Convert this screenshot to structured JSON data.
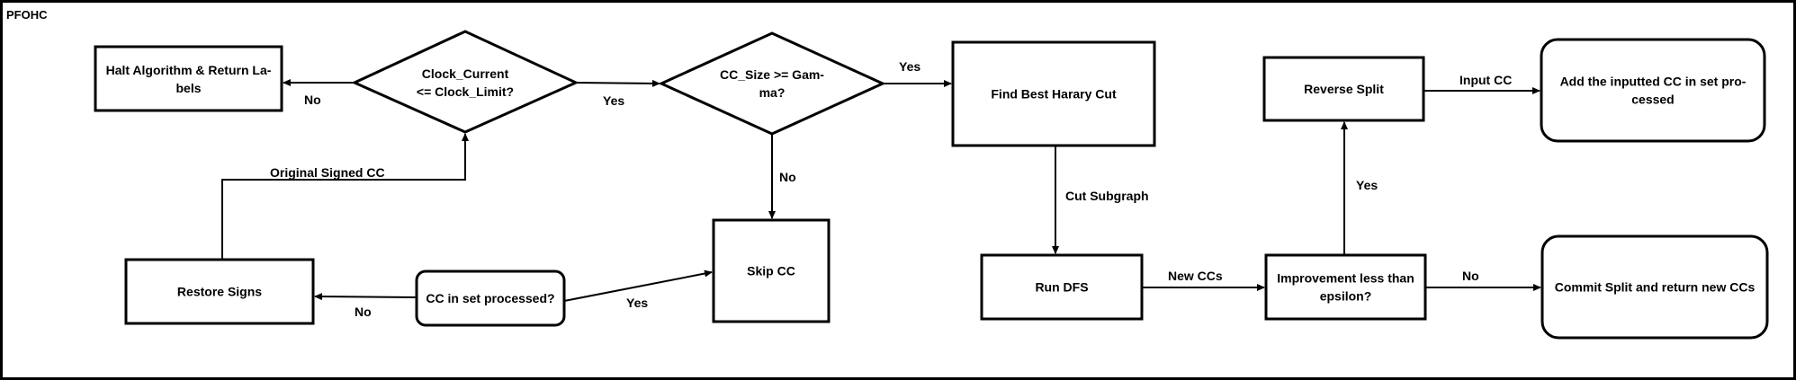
{
  "frame": {
    "title": "PFOHC"
  },
  "nodes": {
    "halt": [
      "Halt Algorithm & Return La-",
      "bels"
    ],
    "clock": [
      "Clock_Current",
      "<= Clock_Limit?"
    ],
    "ccsize": [
      "CC_Size >= Gam-",
      "ma?"
    ],
    "find": [
      "Find Best Harary Cut"
    ],
    "reverse": [
      "Reverse Split"
    ],
    "add": [
      "Add the inputted CC in set pro-",
      "cessed"
    ],
    "restore": [
      "Restore Signs"
    ],
    "ccin": [
      "CC in set processed?"
    ],
    "skip": [
      "Skip CC"
    ],
    "rundfs": [
      "Run DFS"
    ],
    "improve": [
      "Improvement less than",
      "epsilon?"
    ],
    "commit": [
      "Commit Split and return new CCs"
    ]
  },
  "edge_labels": {
    "clock_no": "No",
    "clock_yes": "Yes",
    "ccsize_yes": "Yes",
    "ccsize_no": "No",
    "original_signed": "Original Signed CC",
    "ccin_no": "No",
    "ccin_yes": "Yes",
    "cut_subgraph": "Cut Subgraph",
    "new_ccs": "New CCs",
    "improve_no": "No",
    "improve_yes": "Yes",
    "input_cc": "Input CC"
  }
}
